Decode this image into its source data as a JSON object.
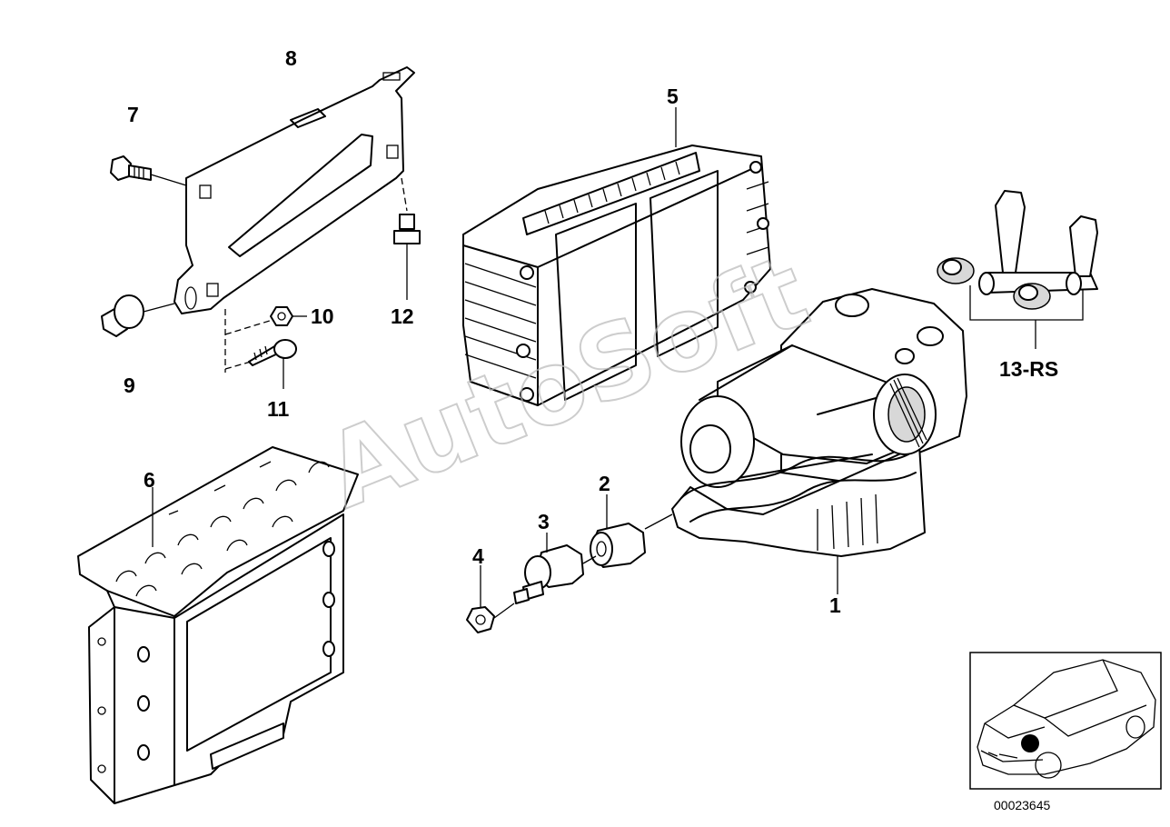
{
  "diagram": {
    "part_labels": {
      "p1": "1",
      "p2": "2",
      "p3": "3",
      "p4": "4",
      "p5": "5",
      "p6": "6",
      "p7": "7",
      "p8": "8",
      "p9": "9",
      "p10": "10",
      "p11": "11",
      "p12": "12",
      "p13": "13-RS"
    },
    "diagram_id": "00023645",
    "watermark": "AutoSoft",
    "colors": {
      "line": "#000000",
      "background": "#ffffff",
      "watermark": "#b8b8b8"
    }
  }
}
